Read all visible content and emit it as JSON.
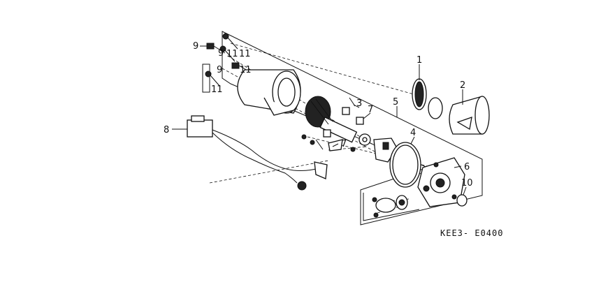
{
  "diagram": {
    "code": "KEE3- E0400",
    "callouts": [
      {
        "id": "c1",
        "text": "1"
      },
      {
        "id": "c2",
        "text": "2"
      },
      {
        "id": "c3",
        "text": "3"
      },
      {
        "id": "c4",
        "text": "4"
      },
      {
        "id": "c5",
        "text": "5"
      },
      {
        "id": "c6",
        "text": "6"
      },
      {
        "id": "c7a",
        "text": "7"
      },
      {
        "id": "c7b",
        "text": "7"
      },
      {
        "id": "c8",
        "text": "8"
      },
      {
        "id": "c9a",
        "text": "9"
      },
      {
        "id": "c9b",
        "text": "9"
      },
      {
        "id": "c10",
        "text": "10"
      },
      {
        "id": "c11a",
        "text": "11"
      },
      {
        "id": "c11b",
        "text": "11"
      },
      {
        "id": "c11c",
        "text": "11"
      }
    ]
  }
}
